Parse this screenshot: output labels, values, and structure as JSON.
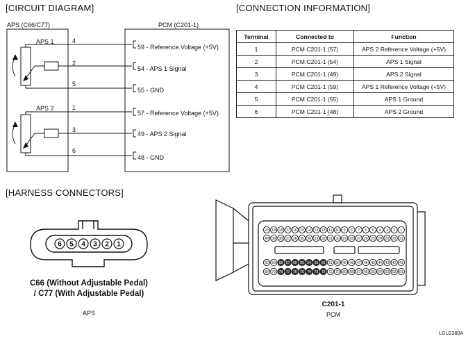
{
  "sections": {
    "circuit": "[CIRCUIT DIAGRAM]",
    "connection": "[CONNECTION INFORMATION]",
    "harness": "[HARNESS CONNECTORS]"
  },
  "circuit": {
    "aps_box_title": "APS (C66/C77)",
    "pcm_box_title": "PCM (C201-1)",
    "sensor1": "APS 1",
    "sensor2": "APS 2",
    "aps_pins": [
      "4",
      "2",
      "5",
      "1",
      "3",
      "6"
    ],
    "pcm_terminals": [
      "59 - Reference Voltage (+5V)",
      "54 - APS 1 Signal",
      "55 - GND",
      "57 - Reference Voltage (+5V)",
      "49 - APS 2 Signal",
      "48 - GND"
    ]
  },
  "connection_table": {
    "headers": [
      "Terminal",
      "Connected to",
      "Function"
    ],
    "rows": [
      [
        "1",
        "PCM C201-1 (57)",
        "APS 2 Reference Voltage (+5V)"
      ],
      [
        "2",
        "PCM C201-1 (54)",
        "APS 1 Signal"
      ],
      [
        "3",
        "PCM C201-1 (49)",
        "APS 2 Signal"
      ],
      [
        "4",
        "PCM C201-1 (59)",
        "APS 1 Reference Voltage (+5V)"
      ],
      [
        "5",
        "PCM C201-1 (55)",
        "APS 1 Ground"
      ],
      [
        "6",
        "PCM C201-1 (48)",
        "APS 2 Ground"
      ]
    ]
  },
  "harness": {
    "aps_connector_pins": [
      "6",
      "5",
      "4",
      "3",
      "2",
      "1"
    ],
    "aps_caption_line1": "C66 (Without Adjustable Pedal)",
    "aps_caption_line2": "/ C77 (With Adjustable Pedal)",
    "aps_label": "APS",
    "pcm_caption": "C201-1",
    "pcm_label": "PCM",
    "pcm_row1": [
      "20",
      "19",
      "18",
      "17",
      "16",
      "15",
      "14",
      "13",
      "12",
      "11",
      "10",
      "9",
      "8",
      "7",
      "6",
      "5",
      "4",
      "3",
      "2",
      "1"
    ],
    "pcm_row2": [
      "40",
      "39",
      "38",
      "37",
      "36",
      "35",
      "34",
      "33",
      "32",
      "31",
      "30",
      "29",
      "28",
      "27",
      "26",
      "25",
      "24",
      "23",
      "22",
      "21"
    ],
    "pcm_row3": [
      "60",
      "59",
      "58",
      "57",
      "56",
      "55",
      "54",
      "53",
      "52",
      "51",
      "50",
      "49",
      "48",
      "47",
      "46",
      "45",
      "44",
      "43",
      "42",
      "41"
    ],
    "pcm_row4": [
      "80",
      "79",
      "78",
      "77",
      "76",
      "75",
      "74",
      "73",
      "72",
      "71",
      "70",
      "69",
      "68",
      "67",
      "66",
      "65",
      "64",
      "63",
      "62",
      "61"
    ]
  },
  "figure_code": "LGLG380A"
}
